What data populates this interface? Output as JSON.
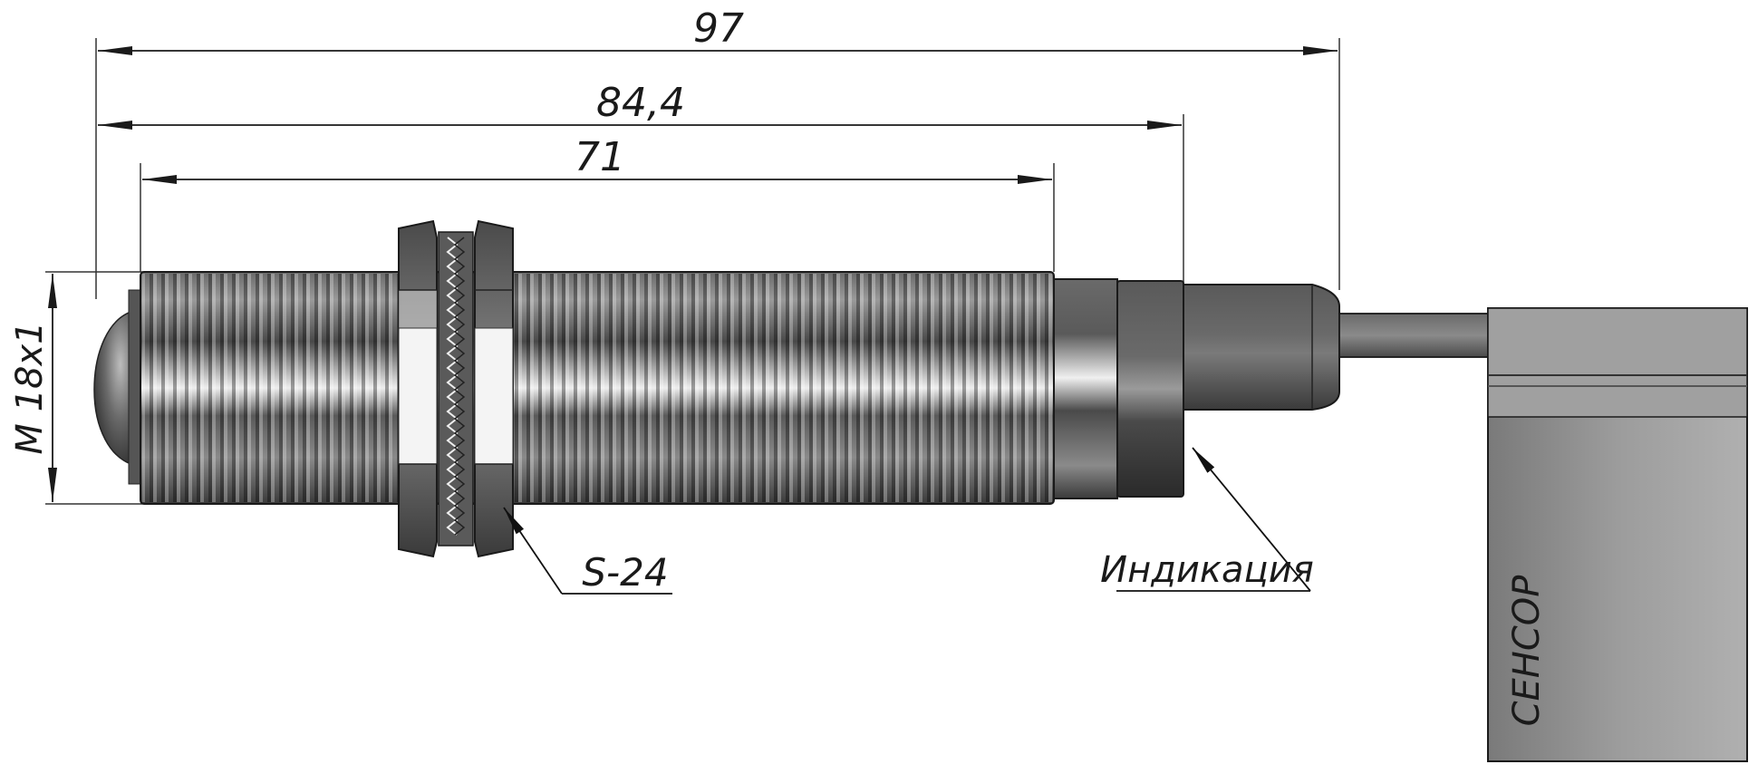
{
  "dimensions": {
    "overall_length": "97",
    "housing_length": "84,4",
    "thread_length": "71",
    "thread_size": "M 18x1",
    "nut_size": "S-24"
  },
  "labels": {
    "indication": "Индикация",
    "brand": "СЕНСОР"
  },
  "colors": {
    "line": "#1a1a1a",
    "metal_dark": "#555555",
    "metal_light": "#d8d8d8",
    "cable": "#7a7a7a"
  }
}
